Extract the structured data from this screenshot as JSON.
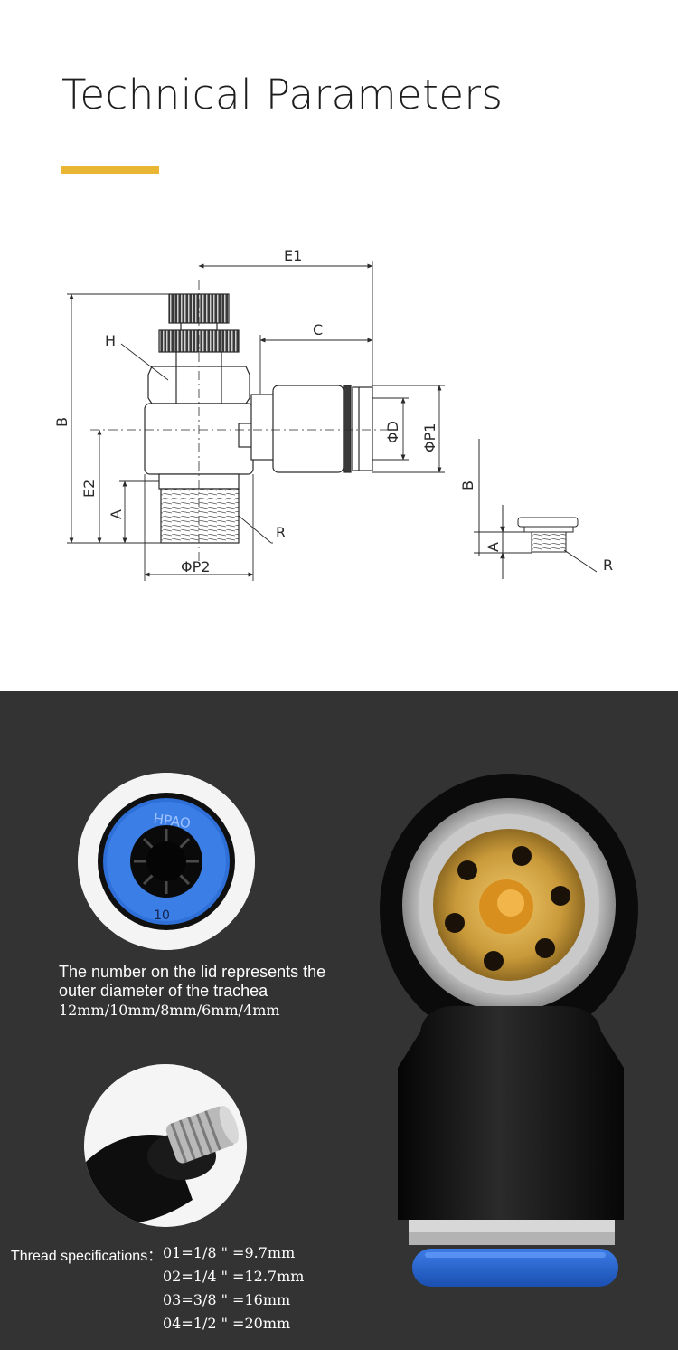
{
  "header": {
    "title": "Technical Parameters",
    "accent_color": "#e8b633"
  },
  "diagram": {
    "labels": {
      "e1": "E1",
      "c": "C",
      "h": "H",
      "b": "B",
      "e2": "E2",
      "a": "A",
      "phi_d": "ΦD",
      "phi_p1": "ΦP1",
      "phi_p2": "ΦP2",
      "r": "R",
      "b_small": "B",
      "a_small": "A",
      "r_small": "R"
    },
    "line_color": "#2a2a2a"
  },
  "feature": {
    "background_color": "#333333",
    "lid_photo_icon": "blue-lid-photo-icon",
    "lid_marking": "HPAO",
    "lid_number": "10",
    "caption_line1": "The number on the lid represents the",
    "caption_line2": "outer diameter of the trachea",
    "caption_line3": "12mm/10mm/8mm/6mm/4mm",
    "thread_photo_icon": "thread-photo-icon",
    "thread_label": "Thread specifications：",
    "thread_specs": [
      "01=1/8 \" =9.7mm",
      "02=1/4 \" =12.7mm",
      "03=3/8 \" =16mm",
      "04=1/2 \" =20mm"
    ],
    "product_photo_icon": "elbow-fitting-photo-icon"
  }
}
